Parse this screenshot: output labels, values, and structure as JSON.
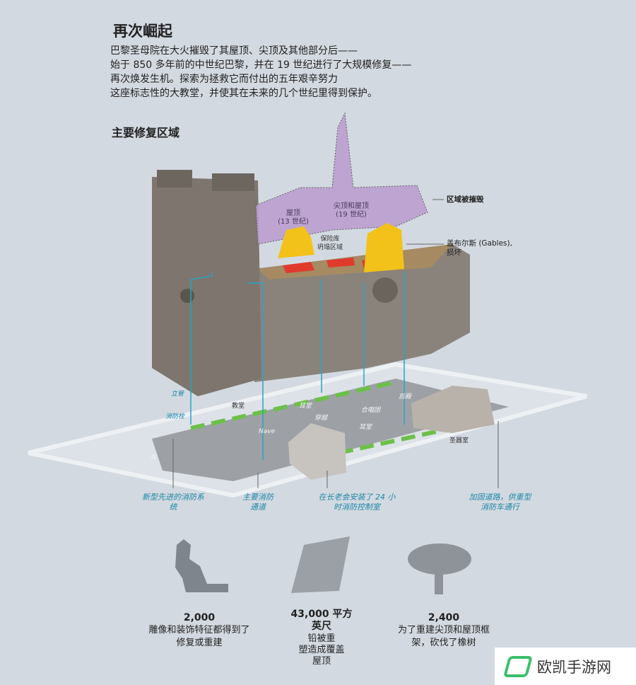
{
  "title": "再次崛起",
  "intro": [
    "巴黎圣母院在大火摧毁了其屋顶、尖顶及其他部分后——",
    "始于 850 多年前的中世纪巴黎，并在 19 世纪进行了大规模修复——",
    "再次焕发生机。探索为拯救它而付出的五年艰辛努力",
    "这座标志性的大教堂，并使其在未来的几个世纪里得到保护。"
  ],
  "section_title": "主要修复区域",
  "labels": {
    "roof13": "屋顶\n(13 世纪)",
    "spire19": "尖顶和屋顶\n(19 世纪)",
    "destroyed": "区域被摧毁",
    "vault": "保险库\n坍塌区域",
    "gables": "盖布尔斯 (Gables),\n损坏"
  },
  "plan": {
    "riser": "立管",
    "hydrant": "消防栓",
    "chapel": "教堂",
    "transept1": "耳堂",
    "crossing": "穿越",
    "choir": "合唱团",
    "transept2": "耳堂",
    "apse": "后殿",
    "nave": "Nave",
    "sacristy": "圣器室",
    "north": "N"
  },
  "callouts": [
    "新型先进的消防系\n统",
    "主要消防\n通道",
    "在长老会安装了 24 小\n时消防控制室",
    "加固道路，供重型\n消防车通行"
  ],
  "stats": [
    {
      "value": "2,000",
      "text": "雕像和装饰特征都得到了\n修复或重建",
      "icon": "gargoyle-icon"
    },
    {
      "value": "43,000 平方\n英尺",
      "text": "铅被重\n塑造成覆盖\n屋顶",
      "icon": "lead-roof-icon"
    },
    {
      "value": "2,400",
      "text": "为了重建尖顶和屋顶框\n架，砍伐了橡树",
      "icon": "oak-tree-icon"
    }
  ],
  "watermark": "欧凯手游网",
  "colors": {
    "background": "#d3d9e0",
    "accent": "#1b87a8",
    "roof": "#a889c0",
    "gable": "#f2c21a",
    "collapse": "#e03a2c"
  }
}
